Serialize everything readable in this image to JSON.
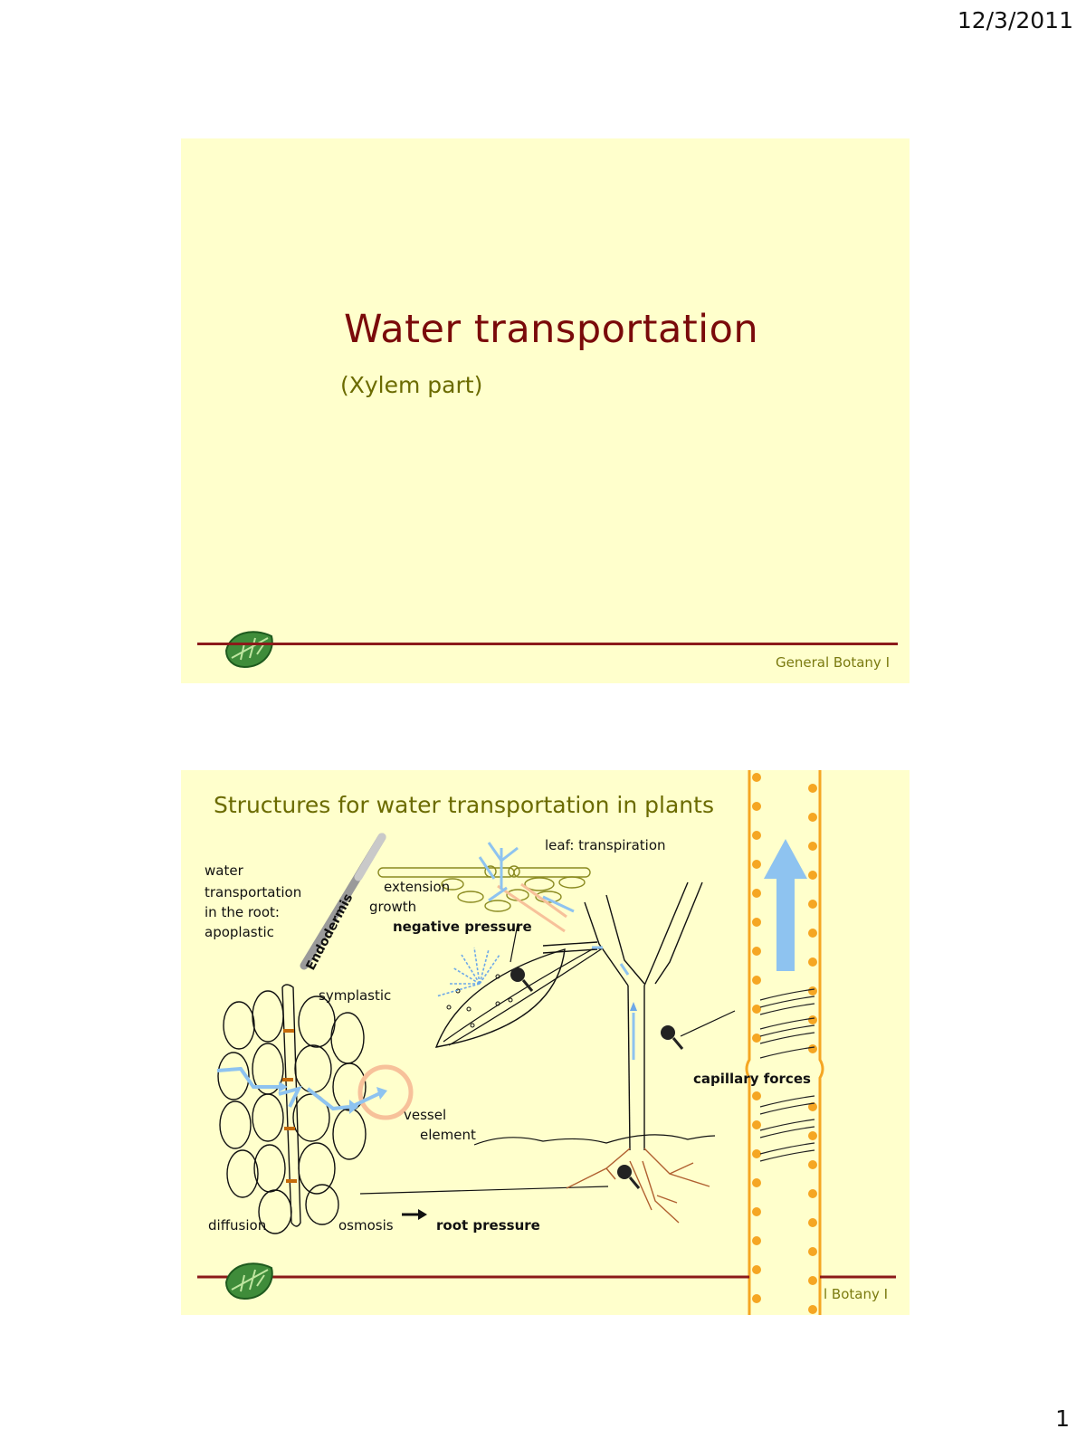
{
  "page": {
    "date": "12/3/2011",
    "number": "1"
  },
  "slide1": {
    "title": "Water transportation",
    "subtitle": "(Xylem part)",
    "footer": "General Botany I"
  },
  "slide2": {
    "title": "Structures for water transportation in plants",
    "footer": "l Botany I",
    "labels": {
      "root_water": [
        "water",
        "transportation",
        "in the root:",
        "apoplastic"
      ],
      "endodermis": "Endodermis",
      "symplastic": "symplastic",
      "leaf_transpiration": "leaf: transpiration",
      "extension": "extension",
      "growth": "growth",
      "negative_pressure": "negative pressure",
      "vessel": "vessel",
      "element": "element",
      "capillary_forces": "capillary forces",
      "diffusion": "diffusion",
      "osmosis": "osmosis",
      "root_pressure": "root pressure"
    }
  },
  "colors": {
    "slide_bg": "#ffffcc",
    "title_red": "#7a0a0a",
    "olive": "#6b6b00",
    "footer_line": "#8b1a1a",
    "water_blue": "#8ec3f0",
    "tube_orange": "#f5a623"
  }
}
